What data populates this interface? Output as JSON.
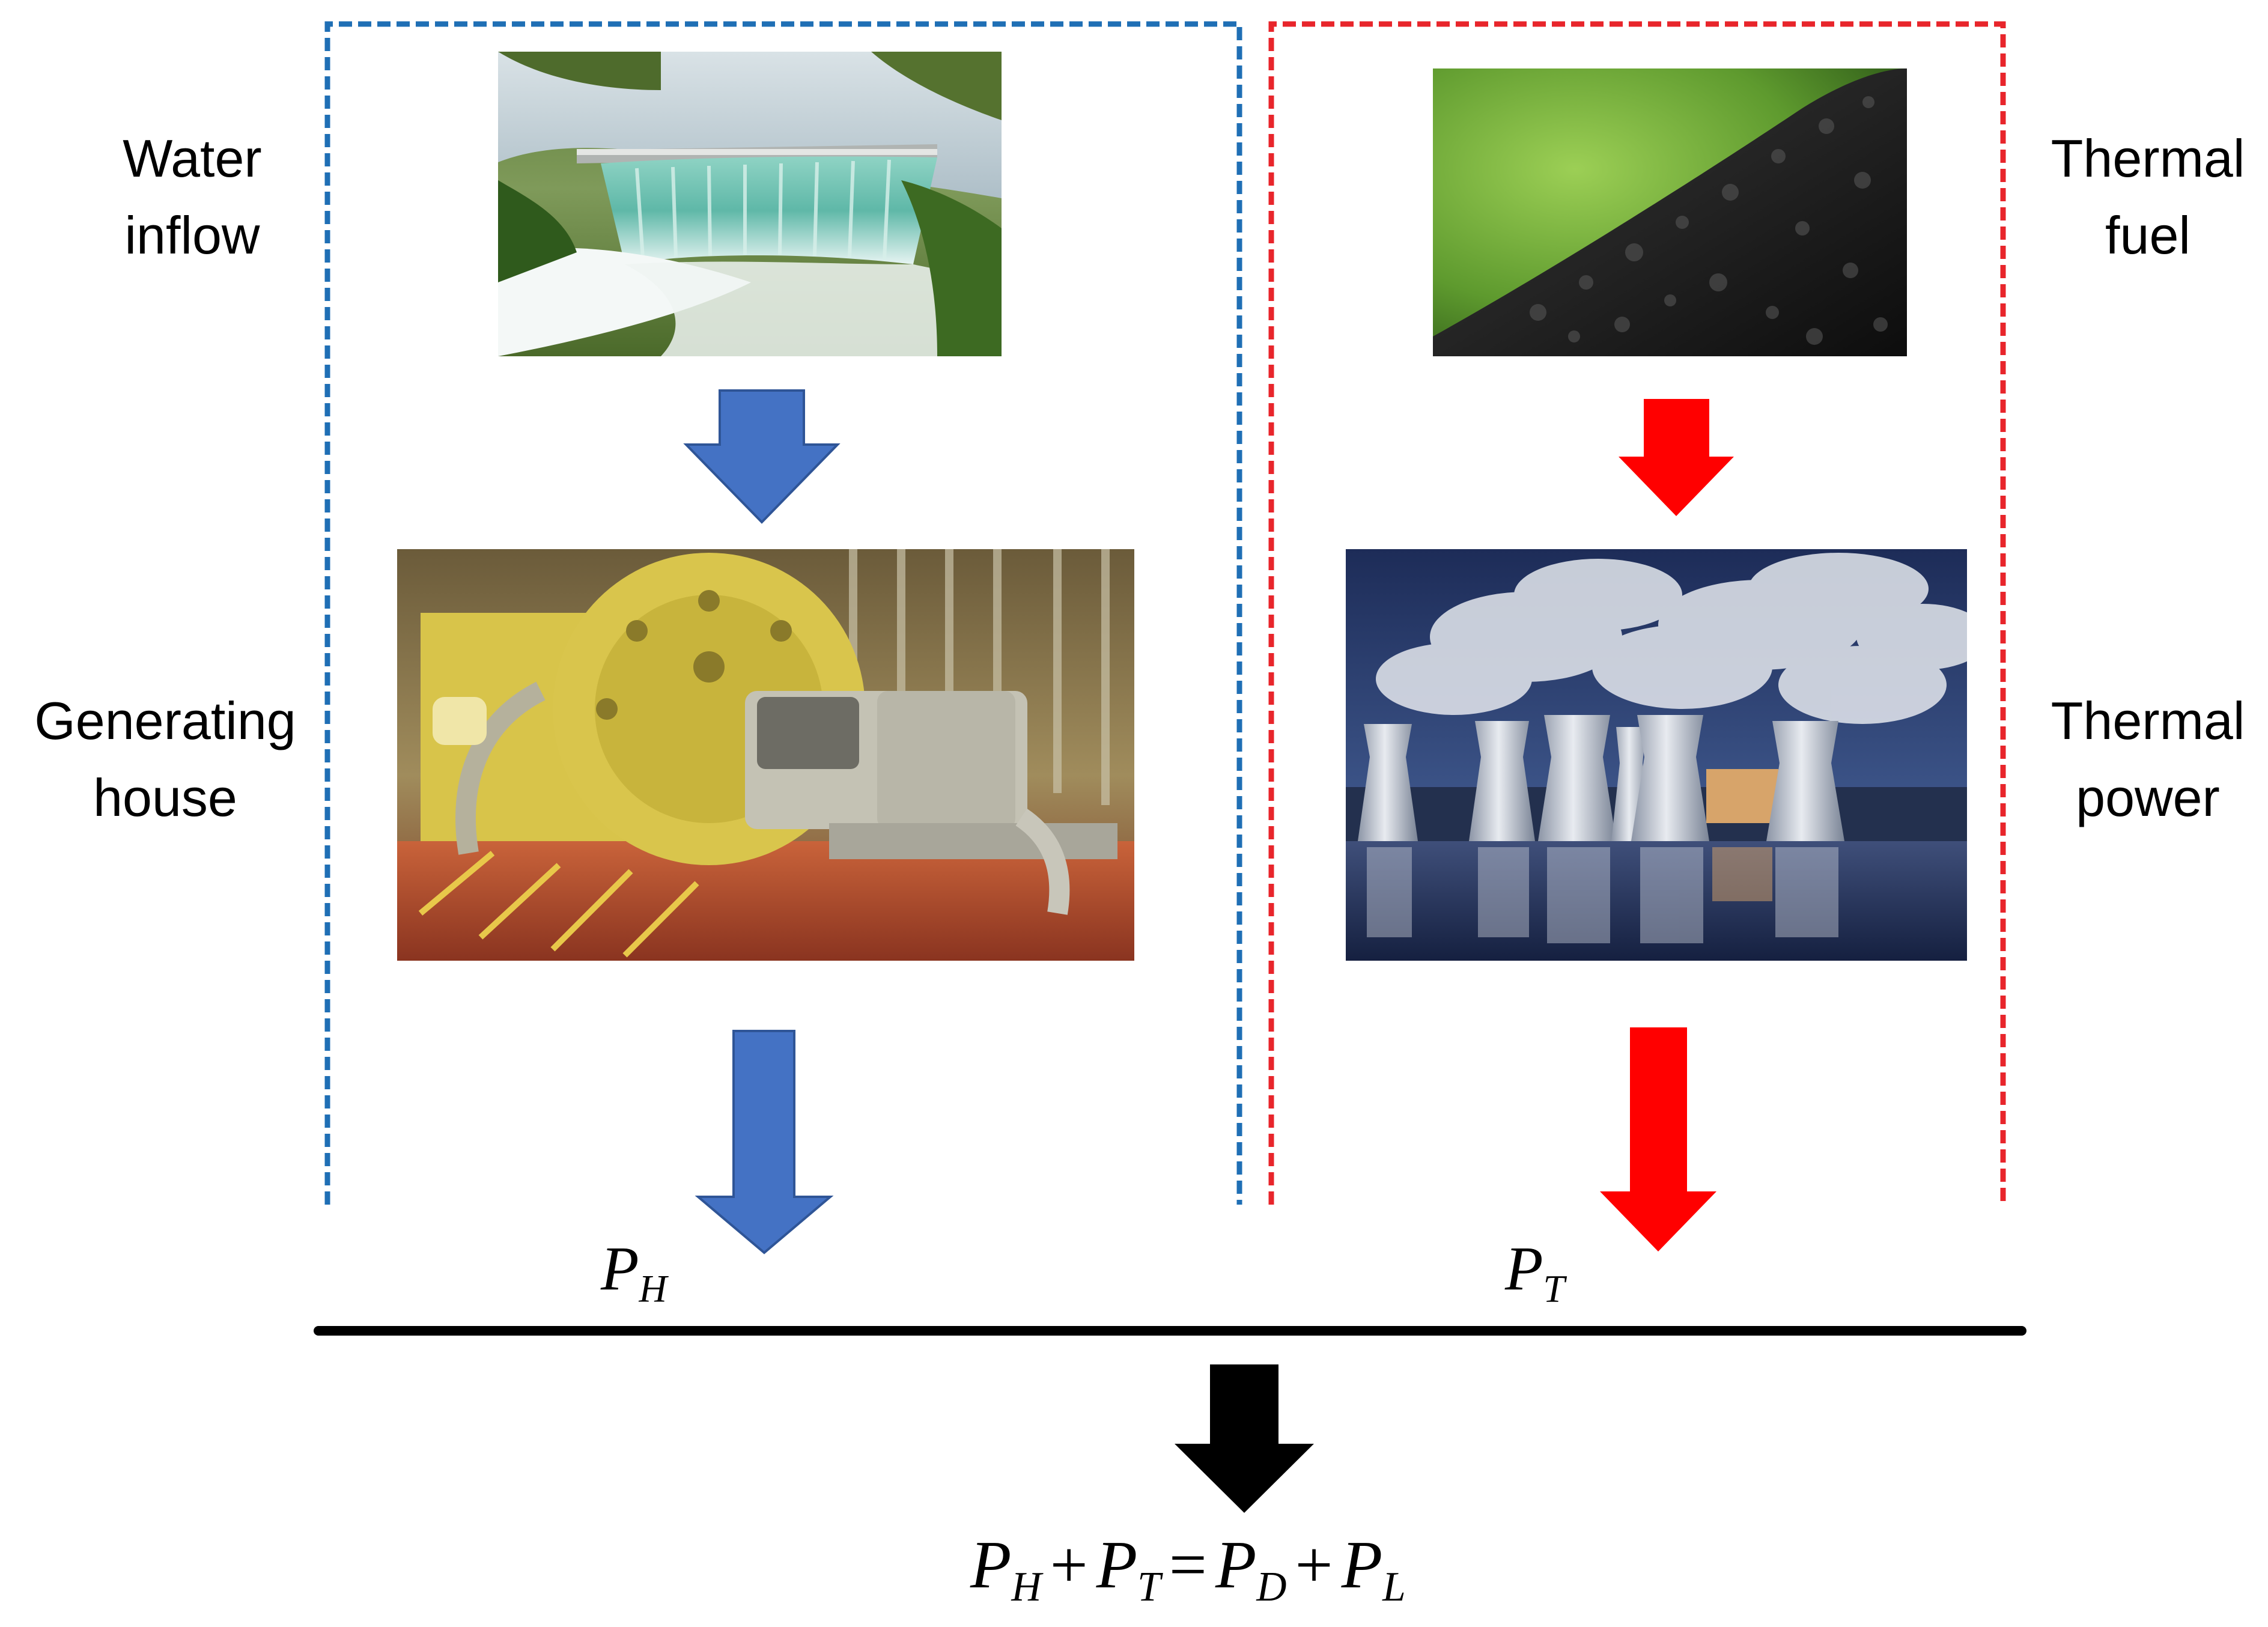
{
  "hydro": {
    "frame_color": "#1f6fb5",
    "arrow_color": "#4472c4",
    "inflow_label": [
      "Water",
      "inflow"
    ],
    "station_label": [
      "Generating",
      "house"
    ],
    "inflow_picture": "dam-spillway-photo",
    "station_picture": "turbine-generator-hall-photo",
    "output_symbol": "P",
    "output_subscript": "H"
  },
  "thermal": {
    "frame_color": "#e8252b",
    "arrow_color": "#ff0000",
    "fuel_label": [
      "Thermal",
      "fuel"
    ],
    "station_label": [
      "Thermal",
      "power"
    ],
    "fuel_picture": "coal-pile-photo",
    "station_picture": "cooling-towers-photo",
    "output_symbol": "P",
    "output_subscript": "T"
  },
  "bus": {
    "color": "#000000",
    "arrow_color": "#000000"
  },
  "balance": {
    "terms": [
      {
        "symbol": "P",
        "subscript": "H"
      },
      {
        "symbol": "P",
        "subscript": "T"
      },
      {
        "symbol": "P",
        "subscript": "D"
      },
      {
        "symbol": "P",
        "subscript": "L"
      }
    ],
    "plus": "+",
    "equals": "="
  }
}
